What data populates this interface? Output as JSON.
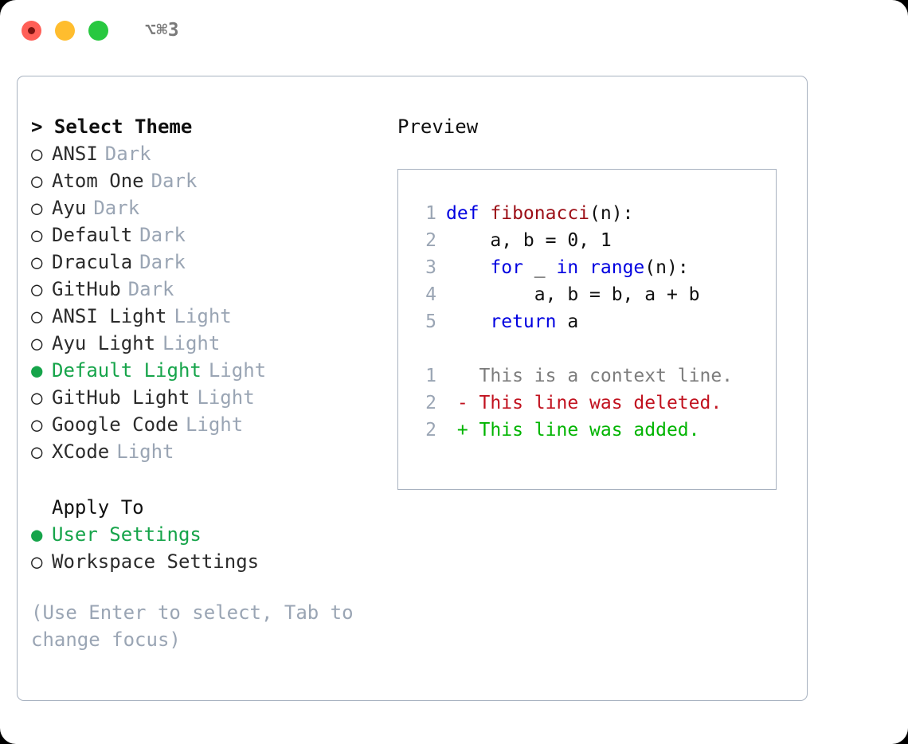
{
  "window": {
    "shortcut": "⌥⌘3",
    "traffic_lights": [
      "close-red",
      "minimize-yellow",
      "zoom-green"
    ]
  },
  "theme_panel": {
    "header": "> Select Theme",
    "items": [
      {
        "marker": "○",
        "label": "ANSI",
        "tag": "Dark",
        "selected": false
      },
      {
        "marker": "○",
        "label": "Atom One",
        "tag": "Dark",
        "selected": false
      },
      {
        "marker": "○",
        "label": "Ayu",
        "tag": "Dark",
        "selected": false
      },
      {
        "marker": "○",
        "label": "Default",
        "tag": "Dark",
        "selected": false
      },
      {
        "marker": "○",
        "label": "Dracula",
        "tag": "Dark",
        "selected": false
      },
      {
        "marker": "○",
        "label": "GitHub",
        "tag": "Dark",
        "selected": false
      },
      {
        "marker": "○",
        "label": "ANSI Light",
        "tag": "Light",
        "selected": false
      },
      {
        "marker": "○",
        "label": "Ayu Light",
        "tag": "Light",
        "selected": false
      },
      {
        "marker": "●",
        "label": "Default Light",
        "tag": "Light",
        "selected": true
      },
      {
        "marker": "○",
        "label": "GitHub Light",
        "tag": "Light",
        "selected": false
      },
      {
        "marker": "○",
        "label": "Google Code",
        "tag": "Light",
        "selected": false
      },
      {
        "marker": "○",
        "label": "XCode",
        "tag": "Light",
        "selected": false
      }
    ]
  },
  "apply_to": {
    "header": "Apply To",
    "items": [
      {
        "marker": "●",
        "label": "User Settings",
        "selected": true
      },
      {
        "marker": "○",
        "label": "Workspace Settings",
        "selected": false
      }
    ]
  },
  "hint": "(Use Enter to select, Tab to change focus)",
  "preview": {
    "title": "Preview",
    "code_lines": [
      {
        "num": "1",
        "tokens": [
          {
            "t": "def ",
            "c": "kw"
          },
          {
            "t": "fibonacci",
            "c": "fn"
          },
          {
            "t": "(n):",
            "c": "pl"
          }
        ]
      },
      {
        "num": "2",
        "tokens": [
          {
            "t": "    a, b = 0, 1",
            "c": "pl"
          }
        ]
      },
      {
        "num": "3",
        "tokens": [
          {
            "t": "    ",
            "c": "pl"
          },
          {
            "t": "for",
            "c": "kw"
          },
          {
            "t": " _ ",
            "c": "pl"
          },
          {
            "t": "in",
            "c": "kw"
          },
          {
            "t": " ",
            "c": "pl"
          },
          {
            "t": "range",
            "c": "kw"
          },
          {
            "t": "(n):",
            "c": "pl"
          }
        ]
      },
      {
        "num": "4",
        "tokens": [
          {
            "t": "        a, b = b, a + b",
            "c": "pl"
          }
        ]
      },
      {
        "num": "5",
        "tokens": [
          {
            "t": "    ",
            "c": "pl"
          },
          {
            "t": "return",
            "c": "kw"
          },
          {
            "t": " a",
            "c": "pl"
          }
        ]
      }
    ],
    "diff_lines": [
      {
        "num": "1",
        "tokens": [
          {
            "t": "   This is a context line.",
            "c": "ctx"
          }
        ]
      },
      {
        "num": "2",
        "tokens": [
          {
            "t": " - This line was deleted.",
            "c": "del"
          }
        ]
      },
      {
        "num": "2",
        "tokens": [
          {
            "t": " + This line was added.",
            "c": "add"
          }
        ]
      }
    ]
  },
  "colors": {
    "accent_green": "#16a44a",
    "muted_gray": "#9aa5b4",
    "border": "#a8b2c0",
    "keyword_blue": "#0000e0",
    "function_red": "#9c0f17",
    "diff_delete": "#c1121f",
    "diff_add": "#00b400"
  }
}
